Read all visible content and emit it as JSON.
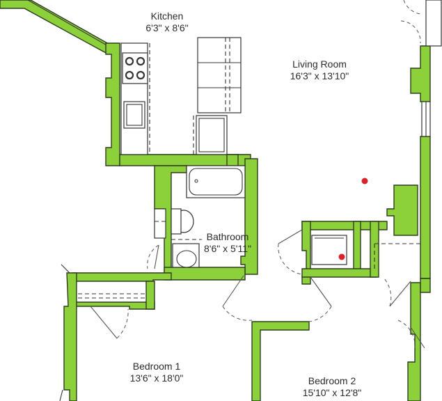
{
  "rooms": {
    "kitchen": {
      "name": "Kitchen",
      "dims": "6'3\" x 8'6\""
    },
    "living": {
      "name": "Living Room",
      "dims": "16'3\" x 13'10\""
    },
    "bathroom": {
      "name": "Bathroom",
      "dims": "8'6\" x 5'11\""
    },
    "bedroom1": {
      "name": "Bedroom 1",
      "dims": "13'6\" x 18'0\""
    },
    "bedroom2": {
      "name": "Bedroom 2",
      "dims": "15'10\" x 12'8\""
    }
  },
  "colors": {
    "wall": "#8cd03a",
    "wall_outline": "#2e3a22",
    "marker": "#d8232a",
    "background": "#ffffff"
  },
  "markers": [
    {
      "name": "marker-living-room"
    },
    {
      "name": "marker-closet"
    }
  ]
}
